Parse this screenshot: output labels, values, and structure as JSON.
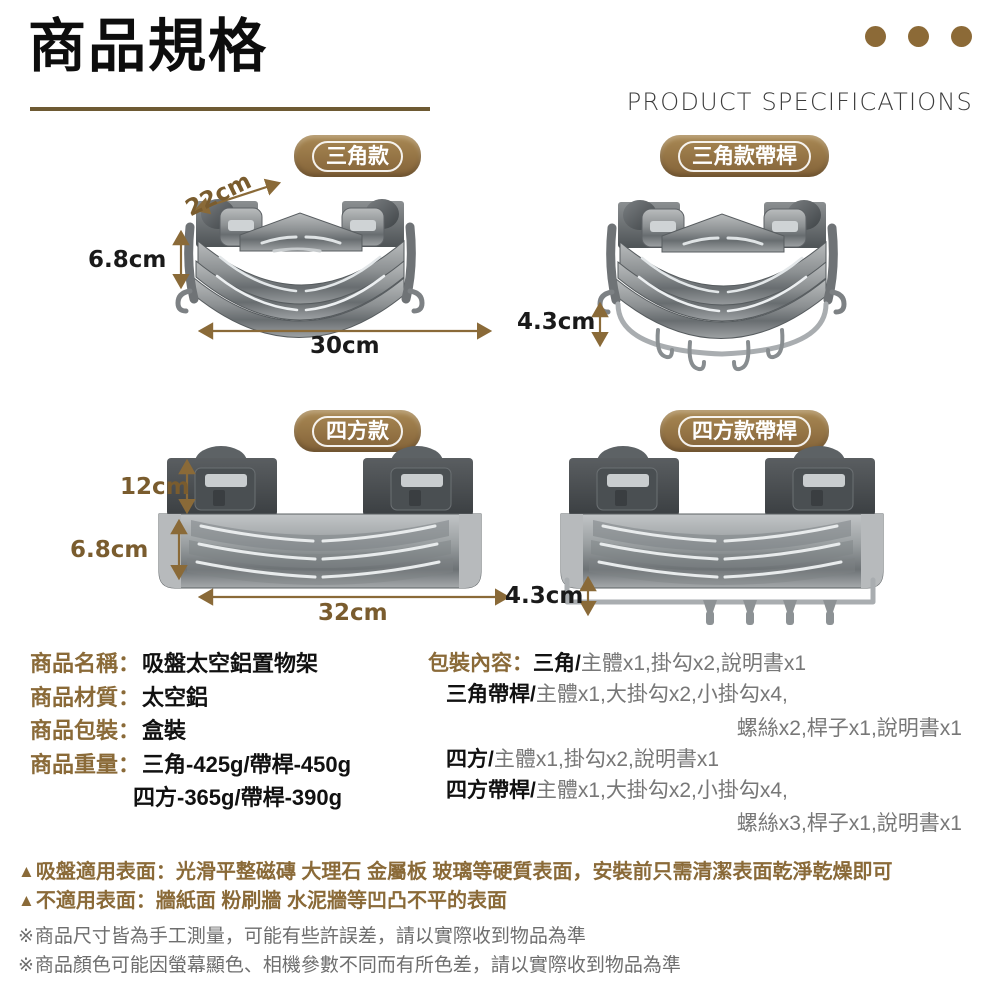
{
  "header": {
    "title": "商品規格",
    "subtitle": "PRODUCT SPECIFICATIONS",
    "dot_color": "#8c6a37",
    "divider_color": "#6e5a33",
    "dots": [
      "dot-1",
      "dot-2",
      "dot-3"
    ]
  },
  "products": [
    {
      "badge": "三角款",
      "name": "triangle-shelf",
      "dims": [
        {
          "label": "22cm",
          "style": "gold",
          "orient": "diagonal"
        },
        {
          "label": "6.8cm",
          "style": "black",
          "orient": "vertical"
        },
        {
          "label": "30cm",
          "style": "black",
          "orient": "horizontal"
        }
      ]
    },
    {
      "badge": "三角款帶桿",
      "name": "triangle-shelf-with-bar",
      "dims": [
        {
          "label": "4.3cm",
          "style": "black",
          "orient": "vertical"
        }
      ]
    },
    {
      "badge": "四方款",
      "name": "square-shelf",
      "dims": [
        {
          "label": "12cm",
          "style": "gold",
          "orient": "vertical"
        },
        {
          "label": "6.8cm",
          "style": "gold",
          "orient": "vertical"
        },
        {
          "label": "32cm",
          "style": "gold",
          "orient": "horizontal"
        }
      ]
    },
    {
      "badge": "四方款帶桿",
      "name": "square-shelf-with-bar",
      "dims": [
        {
          "label": "4.3cm",
          "style": "black",
          "orient": "vertical"
        }
      ]
    }
  ],
  "specs": [
    {
      "label": "商品名稱：",
      "value": "吸盤太空鋁置物架"
    },
    {
      "label": "商品材質：",
      "value": "太空鋁"
    },
    {
      "label": "商品包裝：",
      "value": "盒裝"
    },
    {
      "label": "商品重量：",
      "value": "三角-425g/帶桿-450g"
    }
  ],
  "specs_continuation": "四方-365g/帶桿-390g",
  "packaging": {
    "head": "包裝內容：",
    "entries": [
      {
        "name": "三角/",
        "items": "主體x1,掛勾x2,說明書x1",
        "second": ""
      },
      {
        "name": "三角帶桿/",
        "items": "主體x1,大掛勾x2,小掛勾x4,",
        "second": "螺絲x2,桿子x1,說明書x1"
      },
      {
        "name": "四方/",
        "items": "主體x1,掛勾x2,說明書x1",
        "second": ""
      },
      {
        "name": "四方帶桿/",
        "items": "主體x1,大掛勾x2,小掛勾x4,",
        "second": "螺絲x3,桿子x1,說明書x1"
      }
    ]
  },
  "notes": {
    "warnings": [
      "吸盤適用表面：光滑平整磁磚 大理石 金屬板 玻璃等硬質表面，安裝前只需清潔表面乾淨乾燥即可",
      "不適用表面：牆紙面 粉刷牆 水泥牆等凹凸不平的表面"
    ],
    "warning_marker": "▲",
    "small_marker": "※",
    "small": [
      "商品尺寸皆為手工測量，可能有些許誤差，請以實際收到物品為準",
      "商品顏色可能因螢幕顯色、相機參數不同而有所色差，請以實際收到物品為準"
    ]
  },
  "colors": {
    "gold": "#8a6a38",
    "gold_dark": "#6e5a33",
    "gray_text": "#777777",
    "black_text": "#111111"
  }
}
